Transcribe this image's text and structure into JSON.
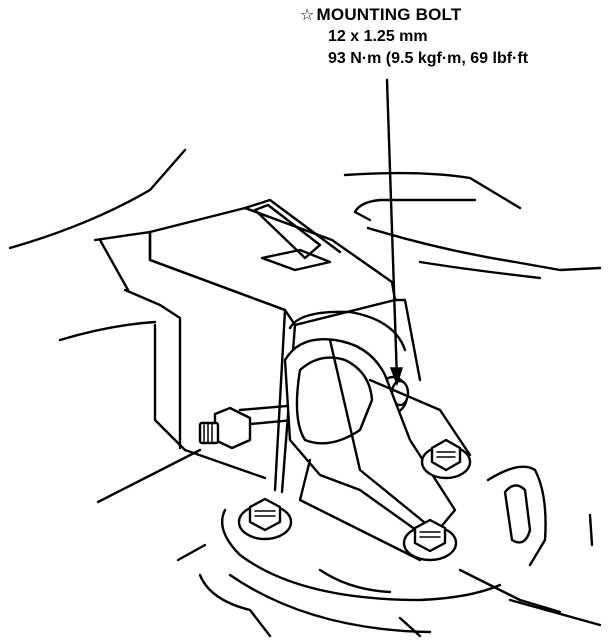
{
  "callout": {
    "star_symbol": "☆",
    "title": "MOUNTING BOLT",
    "thread_spec": "12 x 1.25 mm",
    "torque_spec": "93 N·m (9.5 kgf·m, 69 lbf·ft"
  }
}
